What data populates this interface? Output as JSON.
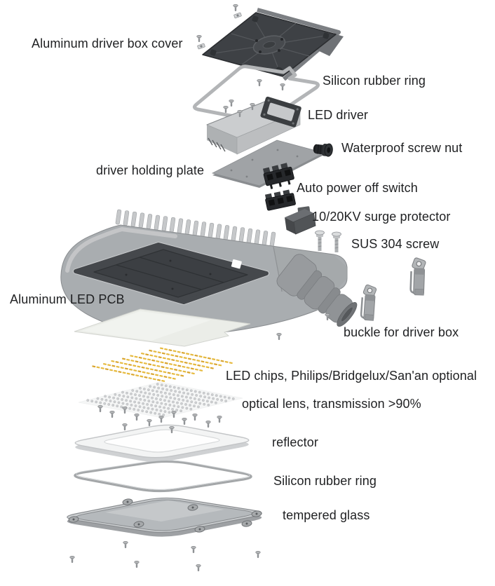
{
  "diagram": {
    "kind": "exploded-view parts diagram",
    "product": "LED street light"
  },
  "parts": [
    {
      "id": "aluminum-driver-box-cover",
      "label": "Aluminum driver box cover"
    },
    {
      "id": "silicon-rubber-ring-top",
      "label": "Silicon rubber ring"
    },
    {
      "id": "led-driver",
      "label": "LED driver"
    },
    {
      "id": "waterproof-screw-nut",
      "label": "Waterproof screw nut"
    },
    {
      "id": "driver-holding-plate",
      "label": "driver holding plate"
    },
    {
      "id": "auto-power-off-switch",
      "label": "Auto power off switch"
    },
    {
      "id": "surge-protector",
      "label": "10/20KV surge protector"
    },
    {
      "id": "sus-304-screw",
      "label": "SUS 304 screw"
    },
    {
      "id": "aluminum-led-pcb",
      "label": "Aluminum LED PCB"
    },
    {
      "id": "buckle-for-driver-box",
      "label": "buckle for driver box"
    },
    {
      "id": "led-chips",
      "label": "LED chips, Philips/Bridgelux/San'an optional"
    },
    {
      "id": "optical-lens",
      "label": "optical lens, transmission >90%"
    },
    {
      "id": "reflector",
      "label": "reflector"
    },
    {
      "id": "silicon-rubber-ring-bottom",
      "label": "Silicon rubber ring"
    },
    {
      "id": "tempered-glass",
      "label": "tempered glass"
    }
  ],
  "colors": {
    "background": "#ffffff",
    "label_text": "#1f2022",
    "housing_gray": "#a9adb0",
    "cover_dark": "#3e4145",
    "led_chip_yellow": "#e6ba3f",
    "led_chip_yellow_alt": "#d9a52f",
    "lens_dot_gray": "#cdcfd1",
    "black_part": "#26282b",
    "glass_gray": "#b5b9bc"
  }
}
